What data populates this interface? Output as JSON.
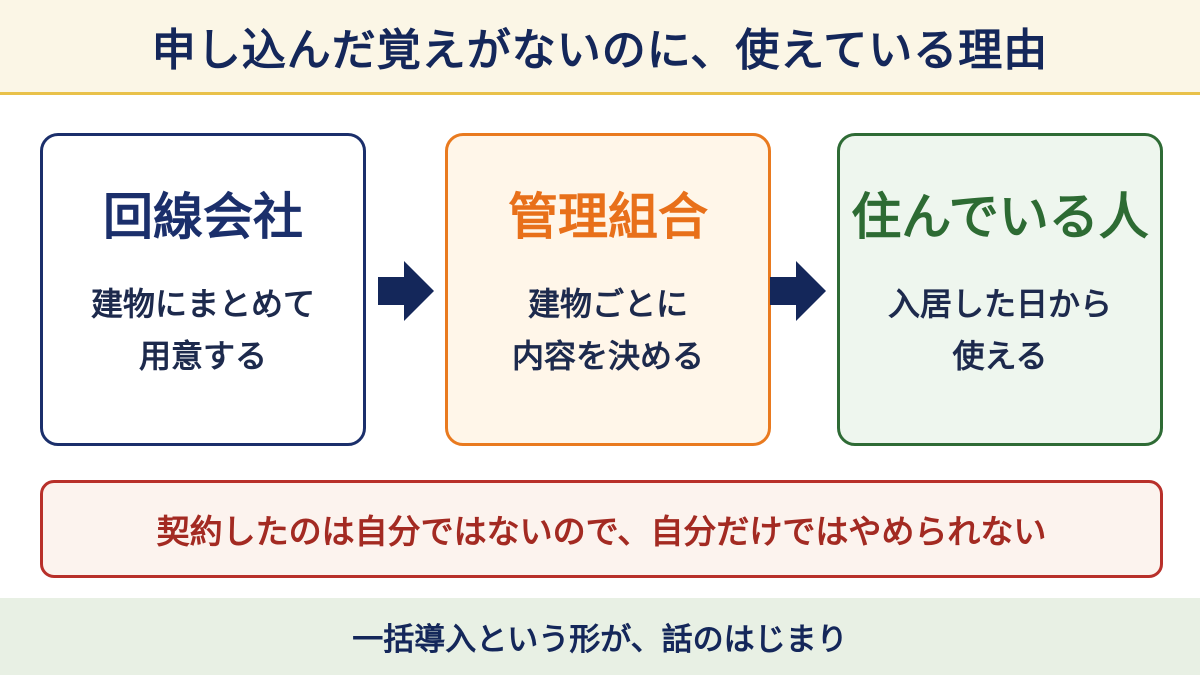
{
  "title": "申し込んだ覚えがないのに、使えている理由",
  "steps": [
    {
      "title": "回線会社",
      "desc_line1": "建物にまとめて",
      "desc_line2": "用意する",
      "color": "#1b2f6b"
    },
    {
      "title": "管理組合",
      "desc_line1": "建物ごとに",
      "desc_line2": "内容を決める",
      "color": "#e8701a"
    },
    {
      "title": "住んでいる人",
      "desc_line1": "入居した日から",
      "desc_line2": "使える",
      "color": "#2d6b33"
    }
  ],
  "arrow_icon": "right-arrow",
  "note": "契約したのは自分ではないので、自分だけではやめられない",
  "footer": "一括導入という形が、話のはじまり",
  "colors": {
    "header_bg": "#fbf6e6",
    "header_rule": "#e9c14a",
    "navy": "#14275a",
    "note_red": "#b8302a",
    "footer_bg": "#e8f0e4"
  }
}
